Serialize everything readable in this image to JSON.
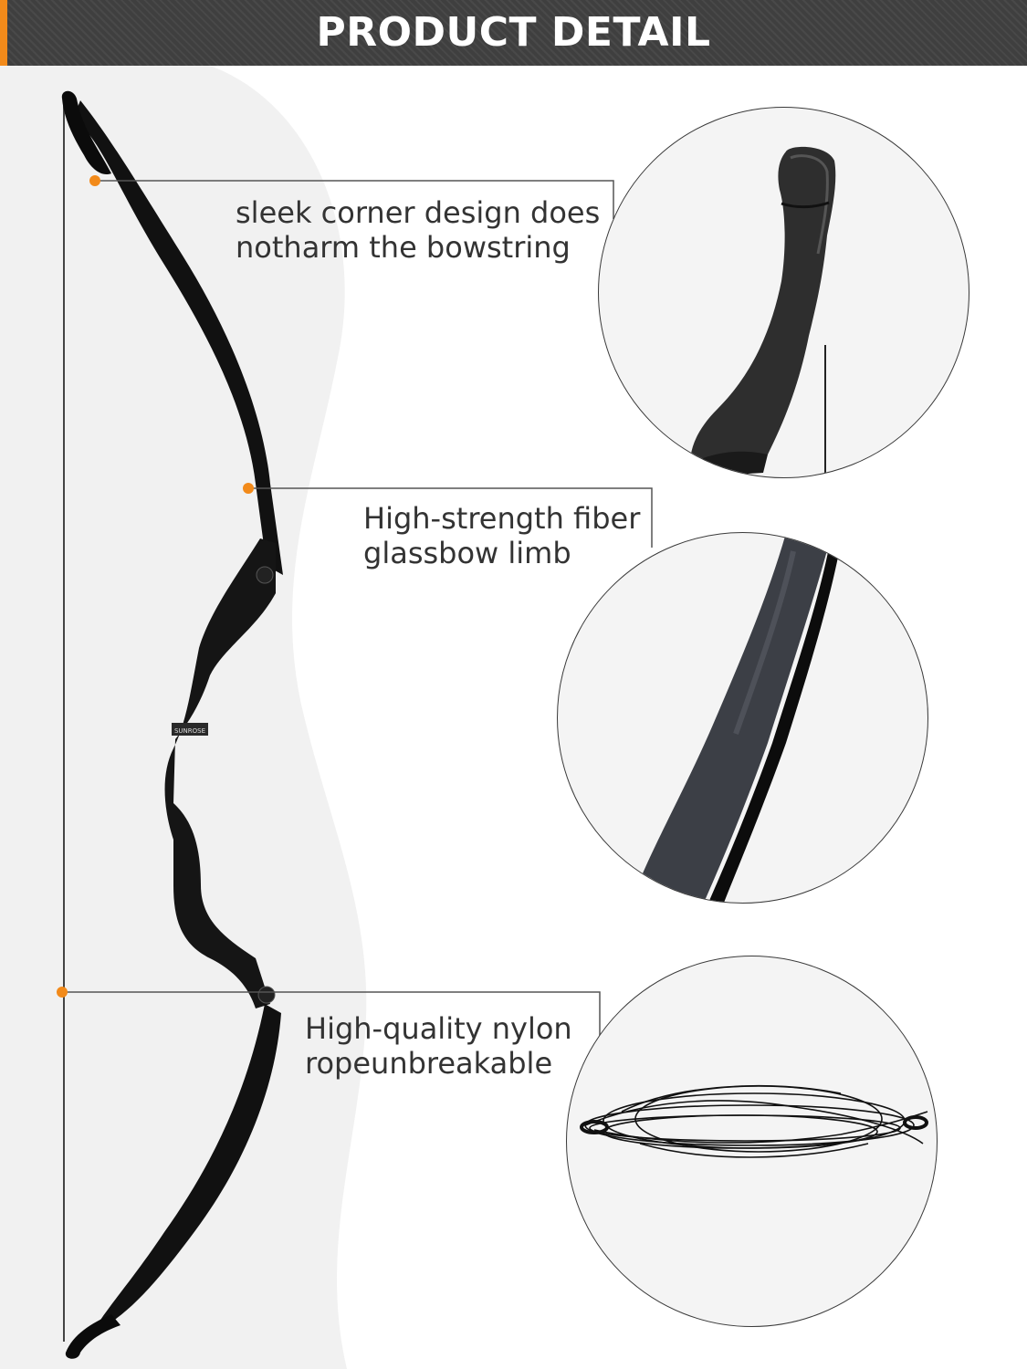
{
  "header": {
    "title": "PRODUCT DETAIL"
  },
  "accent_color": "#f28a1a",
  "header_color": "#3f3f3f",
  "callouts": [
    {
      "line1": "sleek corner design does",
      "line2": "notharm the bowstring"
    },
    {
      "line1": "High-strength fiber",
      "line2": "glassbow limb"
    },
    {
      "line1": "High-quality nylon",
      "line2": "ropeunbreakable"
    }
  ],
  "riser_brand_text": "SUNROSE",
  "details": [
    {
      "icon": "limb-tip-closeup-icon"
    },
    {
      "icon": "limb-surface-closeup-icon"
    },
    {
      "icon": "bowstring-coil-icon"
    }
  ]
}
